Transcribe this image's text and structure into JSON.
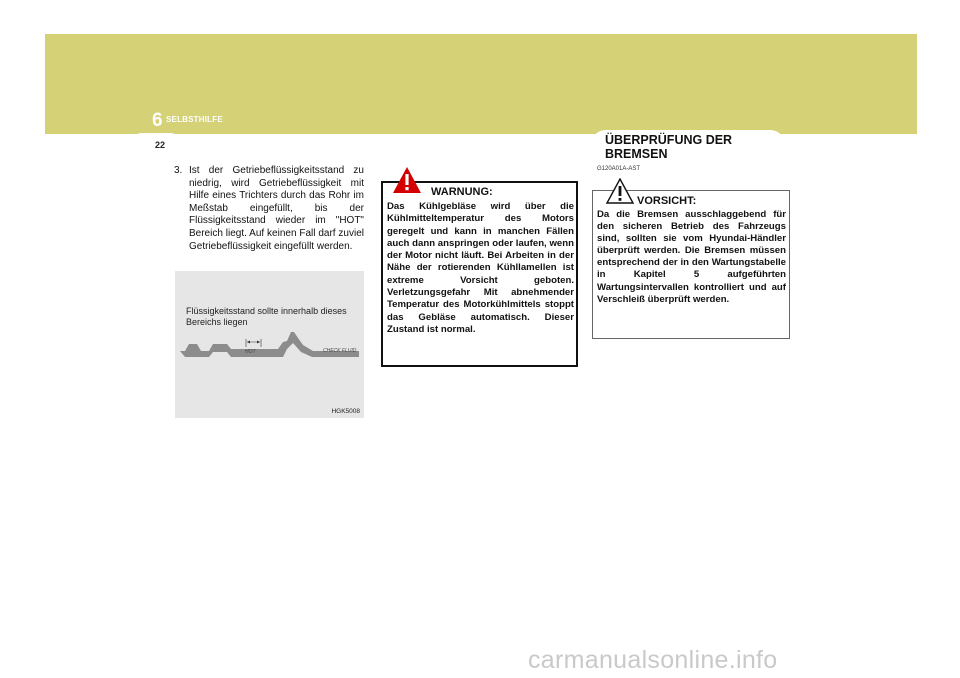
{
  "header": {
    "chapter_number": "6",
    "chapter_title": "SELBSTHILFE",
    "page_number": "22",
    "band_color": "#d4d176"
  },
  "left_column": {
    "step_number": "3.",
    "step_text": "Ist der Getriebeflüssigkeitsstand zu niedrig, wird Getriebeflüssigkeit mit Hilfe eines Trichters durch das Rohr im Meßstab eingefüllt, bis der Flüssigkeitsstand wieder im \"HOT\" Bereich liegt. Auf keinen Fall darf zuviel Getriebeflüssigkeit eingefüllt werden.",
    "figure": {
      "caption": "Flüssigkeitsstand sollte innerhalb dieses Bereichs liegen",
      "hot_label": "HOT",
      "check_label": "CHECK FLUID",
      "code": "HGK5008",
      "background": "#e6e6e6"
    }
  },
  "warning": {
    "heading": "WARNUNG:",
    "icon": "warning-triangle-icon",
    "body": "Das Kühlgebläse wird über die Kühlmitteltemperatur des Motors geregelt und kann in manchen Fällen auch dann anspringen oder laufen, wenn der Motor nicht läuft. Bei Arbeiten in der Nähe der rotierenden Kühllamellen ist extreme Vorsicht geboten. Verletzungsgefahr Mit abnehmender Temperatur des Motorkühlmittels stoppt das Gebläse automatisch. Dieser Zustand ist normal."
  },
  "right_column": {
    "section_title": "ÜBERPRÜFUNG DER BREMSEN",
    "section_code": "G120A01A-AST",
    "caution": {
      "heading": "VORSICHT:",
      "icon": "caution-triangle-icon",
      "body": "Da die Bremsen ausschlaggebend für den sicheren Betrieb des Fahrzeugs sind, sollten sie vom Hyundai-Händler überprüft werden. Die Bremsen müssen entsprechend der in den Wartungstabelle in Kapitel 5 aufgeführten Wartungsintervallen kontrolliert und auf Verschleiß überprüft werden."
    }
  },
  "watermark": "carmanualsonline.info"
}
